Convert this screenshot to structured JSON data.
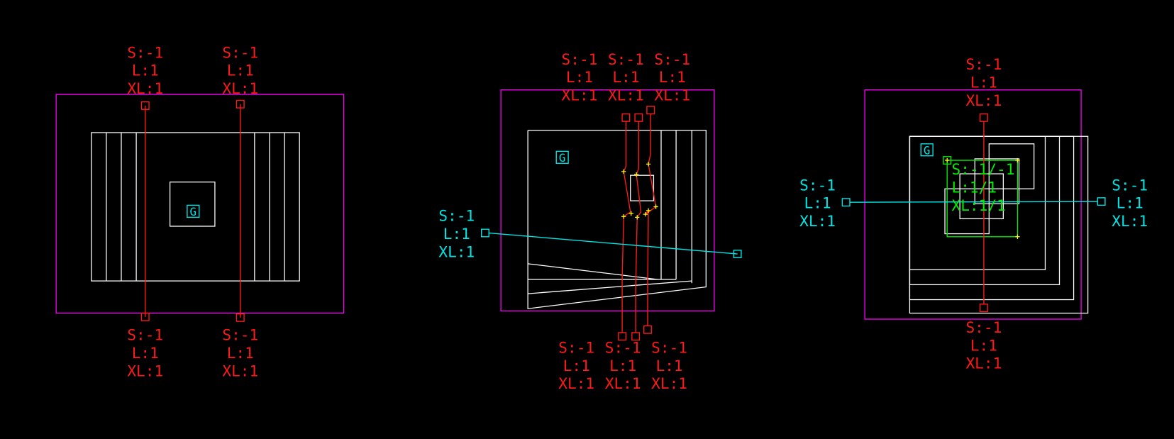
{
  "pin_label": {
    "s": "S:-1",
    "l": "L:1",
    "xl": "XL:1"
  },
  "pin_label_merged": {
    "s": "S:-1/-1",
    "l": "L:1/1",
    "xl": "XL:1/1"
  },
  "ground_marker": "G",
  "colors": {
    "background": "#000000",
    "boundary": "#ff00ff",
    "shape": "#ffffff",
    "red_net": "#ff1a1a",
    "cyan_net": "#00e5e5",
    "green_net": "#00ee00",
    "vertex": "#ffff00"
  }
}
